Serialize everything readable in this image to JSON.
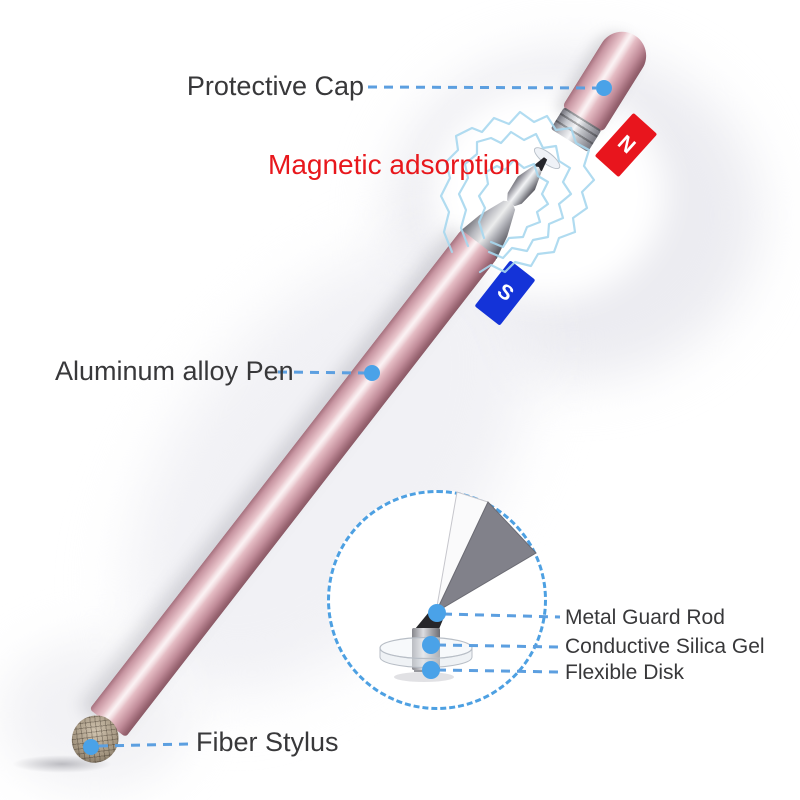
{
  "labels": {
    "protective_cap": "Protective Cap",
    "magnetic_adsorption": "Magnetic adsorption",
    "aluminum_alloy_pen": "Aluminum alloy Pen",
    "fiber_stylus": "Fiber Stylus"
  },
  "inset_labels": {
    "metal_guard_rod": "Metal Guard Rod",
    "conductive_silica_gel": "Conductive Silica Gel",
    "flexible_disk": "Flexible Disk"
  },
  "magnet": {
    "north_label": "N",
    "south_label": "S"
  },
  "colors": {
    "accent_red": "#e8171c",
    "magnet_north_bg": "#e8151d",
    "magnet_south_bg": "#1433d8",
    "label_text": "#38383a",
    "leader_blue": "#5c9fe0",
    "dot_blue": "#4aa2e8",
    "field_line_blue": "#a8d8ef",
    "inset_circle_blue": "#4da0e2",
    "pen_pink": "#d9a7b2"
  }
}
